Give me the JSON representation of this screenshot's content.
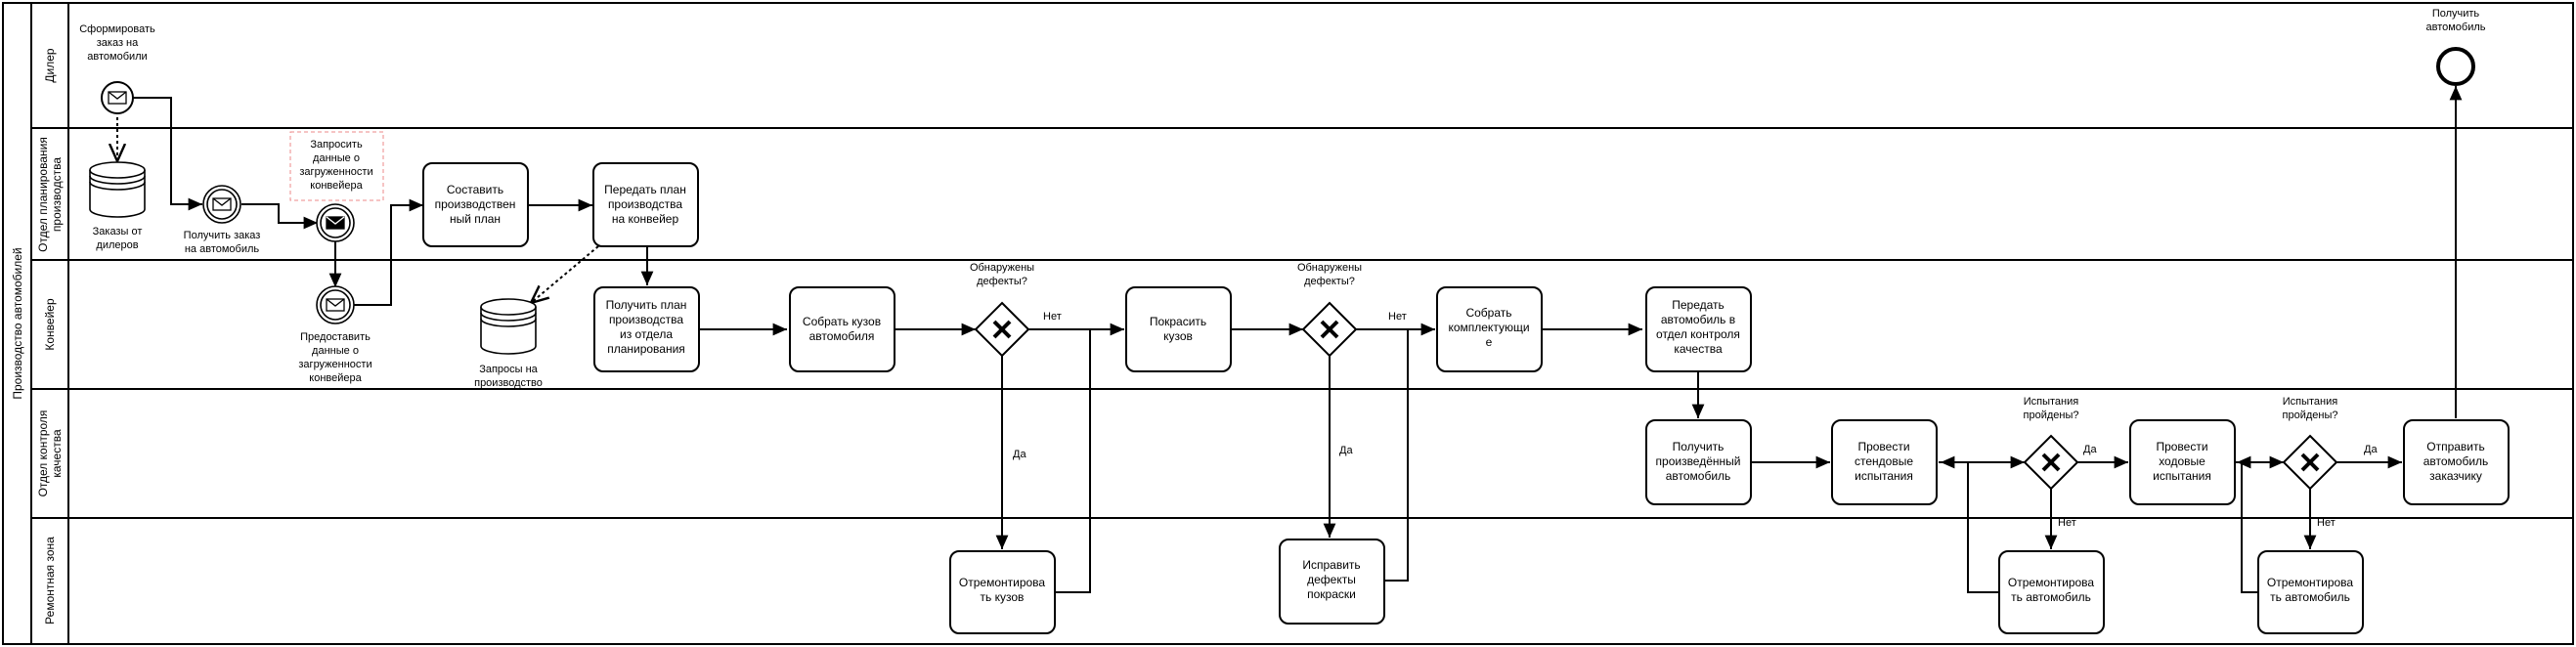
{
  "pool": {
    "label": "Производство автомобилей"
  },
  "lanes": [
    {
      "id": "dealer",
      "label": [
        "Дилер"
      ]
    },
    {
      "id": "planning",
      "label": [
        "Отдел планирования",
        "производства"
      ]
    },
    {
      "id": "conveyor",
      "label": [
        "Конвейер"
      ]
    },
    {
      "id": "quality",
      "label": [
        "Отдел контроля",
        "качества"
      ]
    },
    {
      "id": "repair",
      "label": [
        "Ремонтная зона"
      ]
    }
  ],
  "events": [
    {
      "id": "start",
      "kind": "message-start",
      "label": [
        "Сформировать",
        "заказ на",
        "автомобили"
      ]
    },
    {
      "id": "receive-order",
      "kind": "message-catch",
      "label": [
        "Получить заказ",
        "на автомобиль"
      ]
    },
    {
      "id": "request-load",
      "kind": "message-throw",
      "label": [
        "Запросить",
        "данные о",
        "загруженности",
        "конвейера"
      ]
    },
    {
      "id": "provide-load",
      "kind": "message-catch",
      "label": [
        "Предоставить",
        "данные о",
        "загруженности",
        "конвейера"
      ]
    },
    {
      "id": "end",
      "kind": "end",
      "label": [
        "Получить",
        "автомобиль"
      ]
    }
  ],
  "datastores": [
    {
      "id": "dealer-orders",
      "label": [
        "Заказы от",
        "дилеров"
      ]
    },
    {
      "id": "production-requests",
      "label": [
        "Запросы на",
        "производство"
      ]
    }
  ],
  "tasks": [
    {
      "id": "make-plan",
      "label": [
        "Составить",
        "производствен",
        "ный план"
      ]
    },
    {
      "id": "send-plan",
      "label": [
        "Передать план",
        "производства",
        "на конвейер"
      ]
    },
    {
      "id": "get-plan",
      "label": [
        "Получить план",
        "производства",
        "из отдела",
        "планирования"
      ]
    },
    {
      "id": "assemble-body",
      "label": [
        "Собрать кузов",
        "автомобиля"
      ]
    },
    {
      "id": "paint-body",
      "label": [
        "Покрасить",
        "кузов"
      ]
    },
    {
      "id": "assemble-parts",
      "label": [
        "Собрать",
        "комплектующи",
        "е"
      ]
    },
    {
      "id": "transfer-qc",
      "label": [
        "Передать",
        "автомобиль в",
        "отдел контроля",
        "качества"
      ]
    },
    {
      "id": "receive-car",
      "label": [
        "Получить",
        "произведённый",
        "автомобиль"
      ]
    },
    {
      "id": "bench-tests",
      "label": [
        "Провести",
        "стендовые",
        "испытания"
      ]
    },
    {
      "id": "road-tests",
      "label": [
        "Провести",
        "ходовые",
        "испытания"
      ]
    },
    {
      "id": "send-customer",
      "label": [
        "Отправить",
        "автомобиль",
        "заказчику"
      ]
    },
    {
      "id": "repair-body",
      "label": [
        "Отремонтирова",
        "ть кузов"
      ]
    },
    {
      "id": "fix-paint",
      "label": [
        "Исправить",
        "дефекты",
        "покраски"
      ]
    },
    {
      "id": "repair-car-1",
      "label": [
        "Отремонтирова",
        "ть автомобиль"
      ]
    },
    {
      "id": "repair-car-2",
      "label": [
        "Отремонтирова",
        "ть автомобиль"
      ]
    }
  ],
  "gateways": [
    {
      "id": "gw-body",
      "label": [
        "Обнаружены",
        "дефекты?"
      ]
    },
    {
      "id": "gw-paint",
      "label": [
        "Обнаружены",
        "дефекты?"
      ]
    },
    {
      "id": "gw-bench",
      "label": [
        "Испытания",
        "пройдены?"
      ]
    },
    {
      "id": "gw-road",
      "label": [
        "Испытания",
        "пройдены?"
      ]
    }
  ],
  "flow_labels": {
    "yes": "Да",
    "no": "Нет"
  }
}
